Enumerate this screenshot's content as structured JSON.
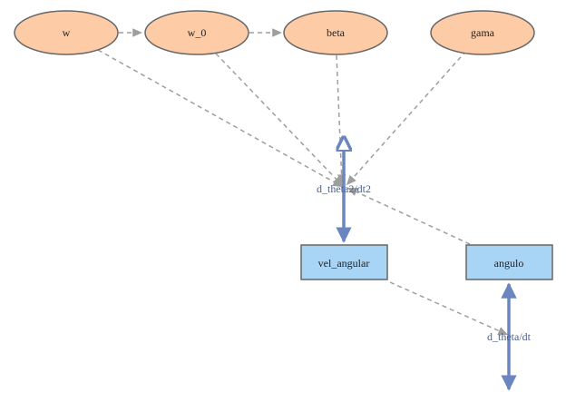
{
  "nodes": {
    "w": {
      "label": "w",
      "shape": "ellipse"
    },
    "w_0": {
      "label": "w_0",
      "shape": "ellipse"
    },
    "beta": {
      "label": "beta",
      "shape": "ellipse"
    },
    "gama": {
      "label": "gama",
      "shape": "ellipse"
    },
    "vel_angular": {
      "label": "vel_angular",
      "shape": "rect"
    },
    "angulo": {
      "label": "angulo",
      "shape": "rect"
    }
  },
  "flows": {
    "d_theta2_dt2": {
      "label": "d_theta2/dt2"
    },
    "d_theta_dt": {
      "label": "d_theta/dt"
    }
  },
  "colors": {
    "ellipse_fill": "#fdcba6",
    "rect_fill": "#a8d4f5",
    "node_stroke": "#666666",
    "flow_stroke": "#6a85bf",
    "link_stroke": "#9e9e9e",
    "flow_label": "#4a5f8c"
  }
}
